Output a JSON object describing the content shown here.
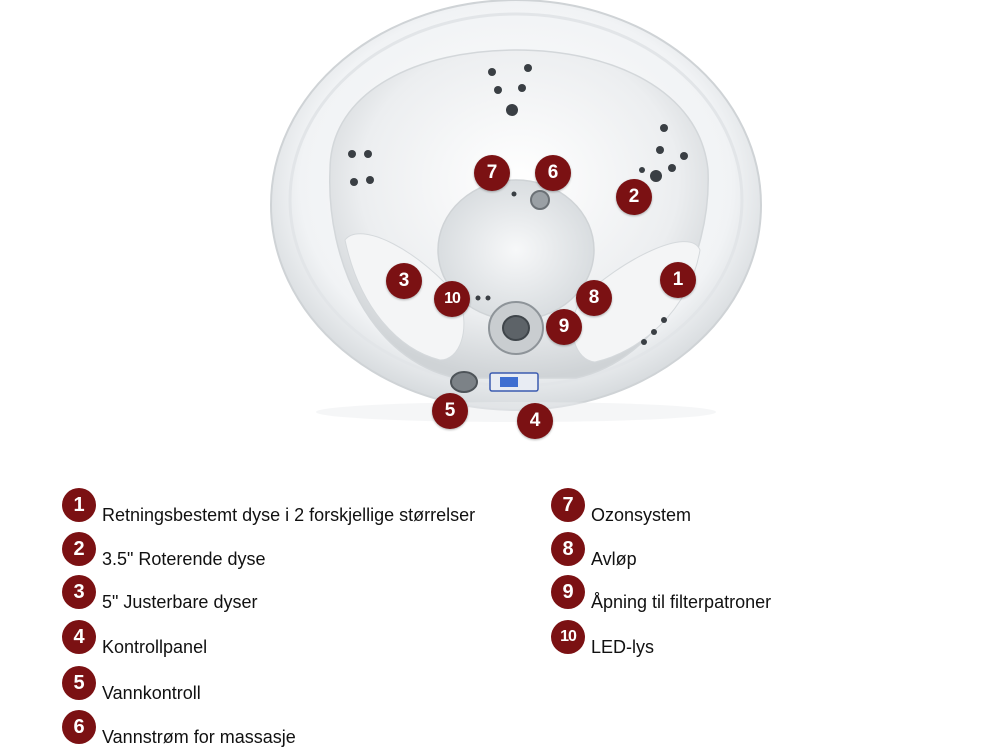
{
  "colors": {
    "accent": "#7b1113"
  },
  "markers": [
    "1",
    "2",
    "3",
    "4",
    "5",
    "6",
    "7",
    "8",
    "9",
    "10"
  ],
  "legend": [
    {
      "number": "1",
      "label": "Retningsbestemt dyse i 2 forskjellige størrelser"
    },
    {
      "number": "2",
      "label": "3.5\" Roterende dyse"
    },
    {
      "number": "3",
      "label": "5\" Justerbare dyser"
    },
    {
      "number": "4",
      "label": "Kontrollpanel"
    },
    {
      "number": "5",
      "label": "Vannkontroll"
    },
    {
      "number": "6",
      "label": "Vannstrøm for massasje"
    },
    {
      "number": "7",
      "label": "Ozonsystem"
    },
    {
      "number": "8",
      "label": "Avløp"
    },
    {
      "number": "9",
      "label": "Åpning til filterpatroner"
    },
    {
      "number": "10",
      "label": "LED-lys"
    }
  ]
}
